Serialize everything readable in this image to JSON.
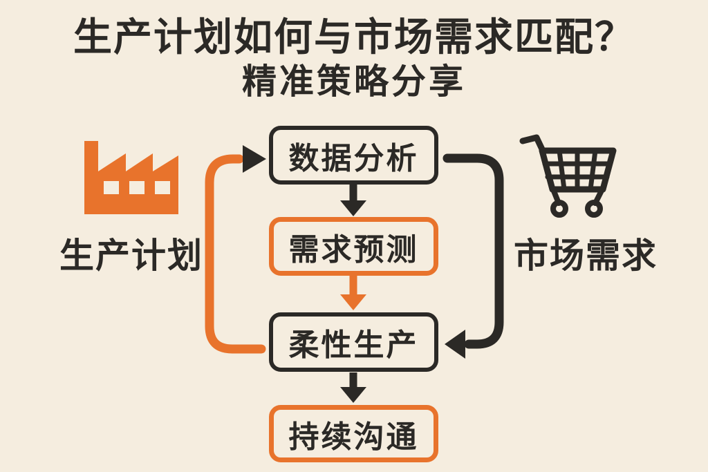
{
  "colors": {
    "background": "#F5EDDF",
    "ink": "#2B2926",
    "orange": "#E8732C"
  },
  "title": {
    "line1": "生产计划如何与市场需求匹配？",
    "line2": "精准策略分享"
  },
  "entities": {
    "left": {
      "label": "生产计划",
      "icon": "factory-icon",
      "icon_color": "#E8732C"
    },
    "right": {
      "label": "市场需求",
      "icon": "shopping-cart-icon",
      "icon_color": "#2B2926"
    }
  },
  "flow": {
    "steps": [
      {
        "label": "数据分析",
        "border_color": "#2B2926"
      },
      {
        "label": "需求预测",
        "border_color": "#E8732C"
      },
      {
        "label": "柔性生产",
        "border_color": "#2B2926"
      },
      {
        "label": "持续沟通",
        "border_color": "#E8732C"
      }
    ],
    "connectors": [
      {
        "name": "production-loop-into-data-analysis",
        "from": "生产计划",
        "to": "数据分析",
        "color": "#E8732C",
        "shape": "left-loop",
        "arrowhead_color": "#2B2926"
      },
      {
        "name": "data-analysis-to-demand-forecast",
        "from": "数据分析",
        "to": "需求预测",
        "color": "#2B2926",
        "shape": "straight-down"
      },
      {
        "name": "demand-forecast-to-flexible-production",
        "from": "需求预测",
        "to": "柔性生产",
        "color": "#E8732C",
        "shape": "straight-down"
      },
      {
        "name": "flexible-production-to-continuous-communication",
        "from": "柔性生产",
        "to": "持续沟通",
        "color": "#2B2926",
        "shape": "straight-down"
      },
      {
        "name": "market-demand-loop-into-flexible-production",
        "from": "市场需求",
        "to": "柔性生产",
        "color": "#2B2926",
        "shape": "right-loop",
        "arrowhead_color": "#2B2926"
      }
    ]
  }
}
